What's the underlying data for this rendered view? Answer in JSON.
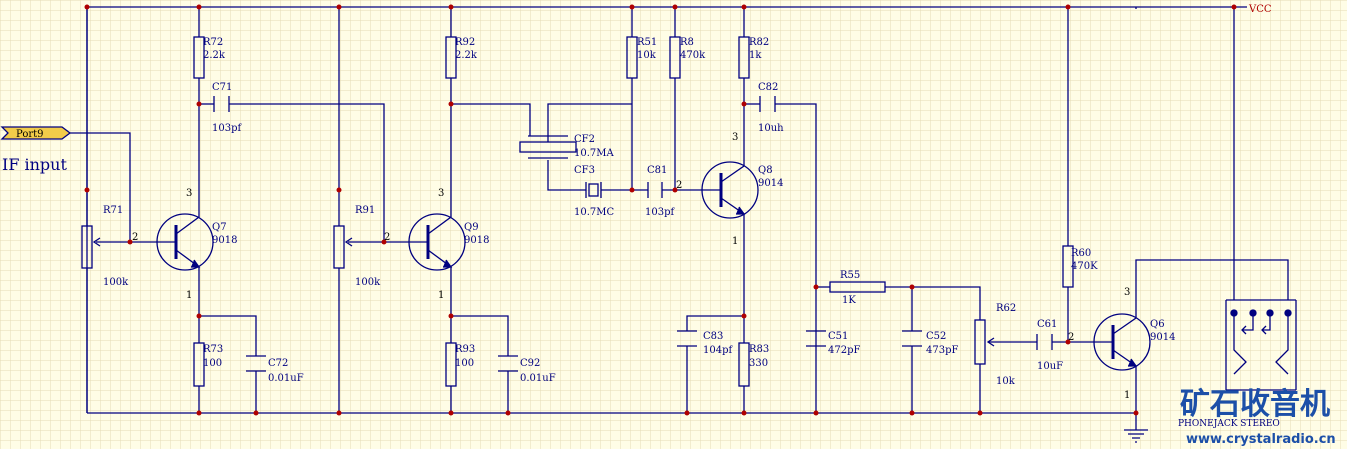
{
  "colors": {
    "background": "#fffde6",
    "grid": "#e4dcb6",
    "wire": "#000080",
    "junction": "#b00000",
    "watermark": "#1c4fa8",
    "port": "#f2cc4a"
  },
  "labels": {
    "vcc": "VCC",
    "port": "Port9",
    "if_input": "IF input",
    "r71": "R71",
    "r71_val": "100k",
    "r72": "R72",
    "r72_val": "2.2k",
    "c71": "C71",
    "c71_val": "103pf",
    "q7": "Q7",
    "q7_val": "9018",
    "r73": "R73",
    "r73_val": "100",
    "c72": "C72",
    "c72_val": "0.01uF",
    "r91": "R91",
    "r91_val": "100k",
    "r92": "R92",
    "r92_val": "2.2k",
    "q9": "Q9",
    "q9_val": "9018",
    "r93": "R93",
    "r93_val": "100",
    "c92": "C92",
    "c92_val": "0.01uF",
    "cf2": "CF2",
    "cf2_val": "10.7MA",
    "cf3": "CF3",
    "cf3_val": "10.7MC",
    "r51": "R51",
    "r51_val": "10k",
    "r8": "R8",
    "r8_val": "470k",
    "c81": "C81",
    "c81_val": "103pf",
    "r82": "R82",
    "r82_val": "1k",
    "c82": "C82",
    "c82_val": "10uh",
    "q8": "Q8",
    "q8_val": "9014",
    "c83": "C83",
    "c83_val": "104pf",
    "r83": "R83",
    "r83_val": "330",
    "c51": "C51",
    "c51_val": "472pF",
    "r55": "R55",
    "r55_val": "1K",
    "c52": "C52",
    "c52_val": "473pF",
    "r62": "R62",
    "r62_val": "10k",
    "c61": "C61",
    "c61_val": "10uF",
    "r60": "R60",
    "r60_val": "470K",
    "q6": "Q6",
    "q6_val": "9014",
    "jack": "PHONEJACK STEREO",
    "pin_b": "2",
    "pin_c": "3",
    "pin_e": "1"
  },
  "watermark": {
    "title": "矿石收音机",
    "url": "www.crystalradio.cn"
  }
}
